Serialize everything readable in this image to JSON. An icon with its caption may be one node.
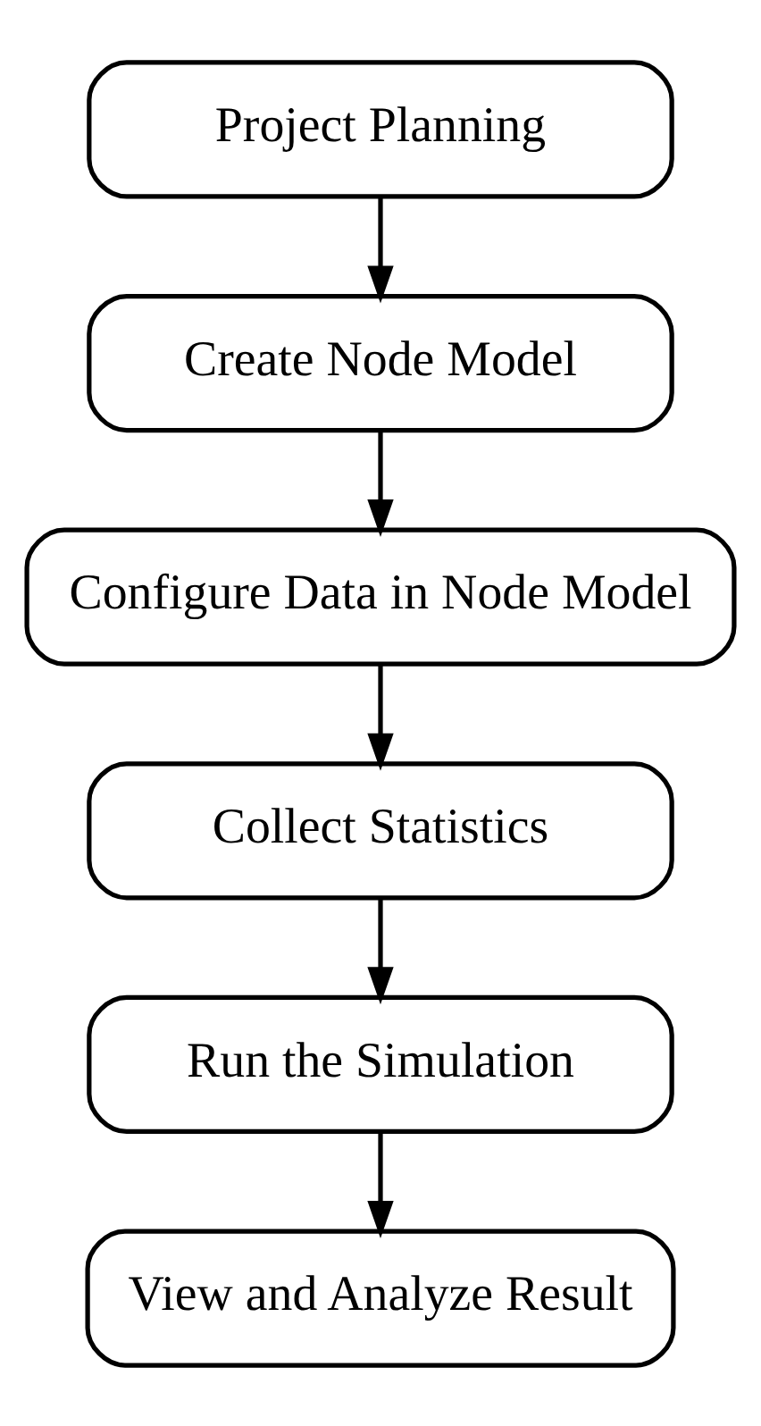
{
  "diagram": {
    "nodes": [
      {
        "text": [
          "Project Planning"
        ]
      },
      {
        "text": [
          "Create Node Model"
        ]
      },
      {
        "text": [
          "Configure Data in Node Model"
        ]
      },
      {
        "text": [
          "Collect Statistics"
        ]
      },
      {
        "text": [
          "Run the Simulation"
        ]
      },
      {
        "text": [
          "View and Analyze Result"
        ]
      }
    ],
    "edges": [
      {
        "from": 0,
        "to": 1,
        "arrow": "to"
      },
      {
        "from": 1,
        "to": 2,
        "arrow": "to"
      },
      {
        "from": 2,
        "to": 3,
        "arrow": "to"
      },
      {
        "from": 3,
        "to": 4,
        "arrow": "to"
      },
      {
        "from": 4,
        "to": 5,
        "arrow": "to"
      }
    ]
  }
}
